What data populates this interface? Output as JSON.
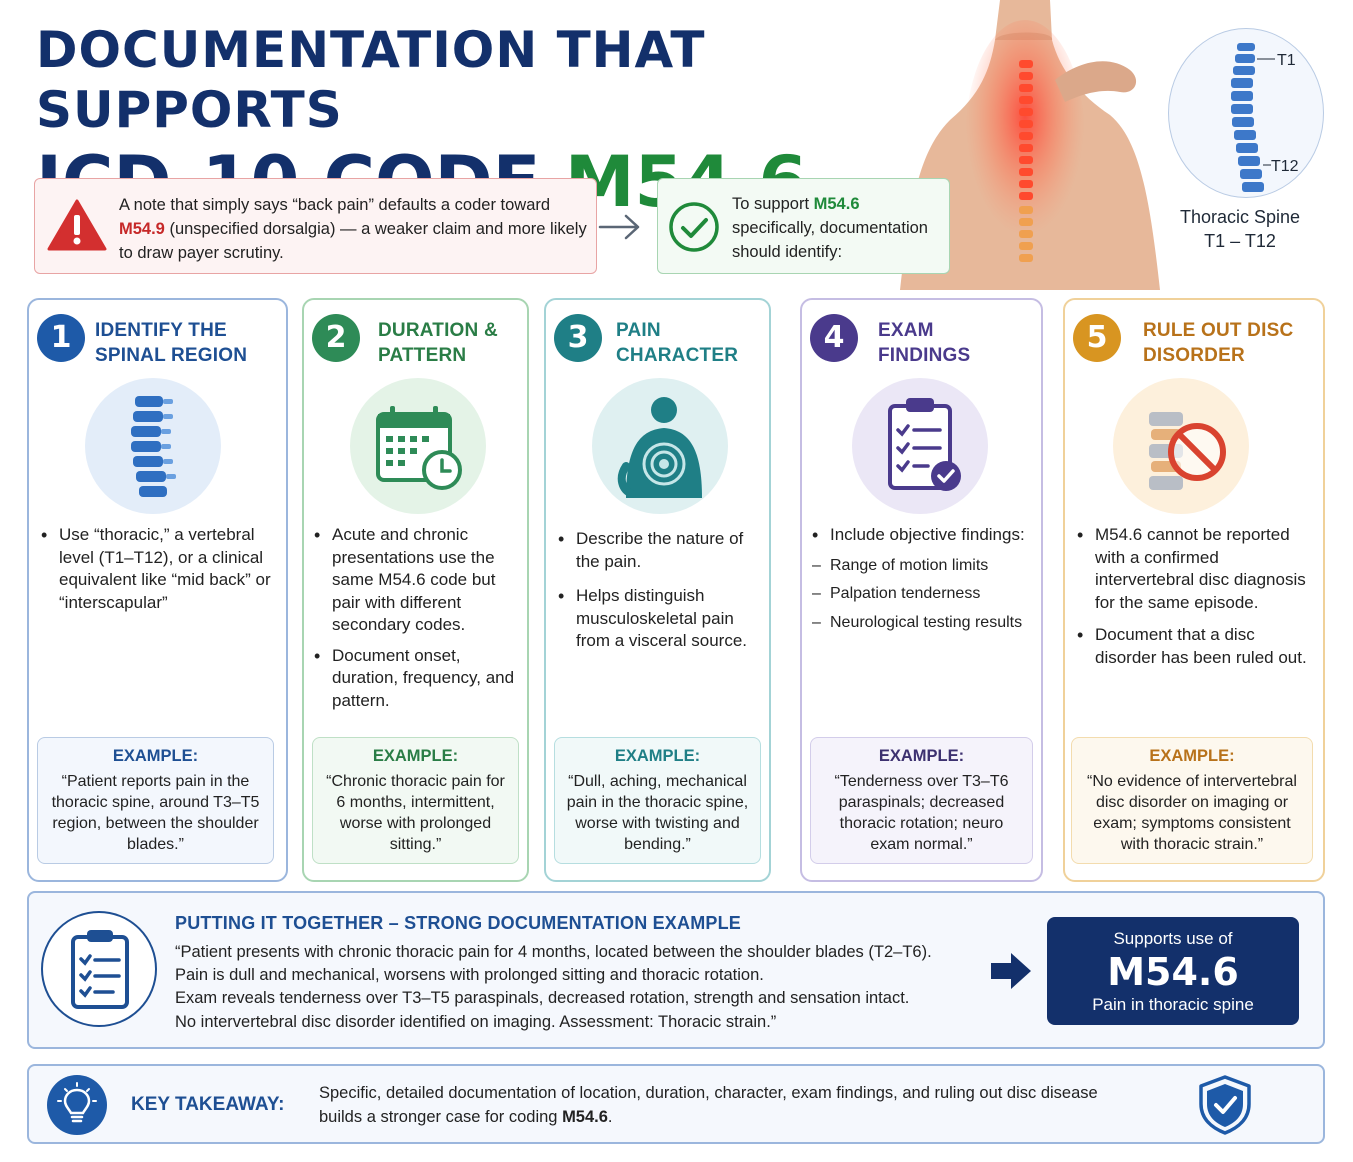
{
  "title": {
    "line1": "DOCUMENTATION THAT SUPPORTS",
    "line2_prefix": "ICD-10 CODE ",
    "line2_code": "M54.6"
  },
  "spine_diagram": {
    "label_top": "T1",
    "label_bottom": "T12",
    "caption_line1": "Thoracic Spine",
    "caption_line2": "T1 – T12"
  },
  "warning_note": {
    "text_before": "A note that simply says “back pain” defaults a coder toward ",
    "code": "M54.9",
    "text_after": " (unspecified dorsalgia) — a weaker claim and more likely to draw payer scrutiny."
  },
  "support_note": {
    "text_before": "To support ",
    "code": "M54.6",
    "text_after": " specifically, documentation should identify:"
  },
  "steps": [
    {
      "number": "1",
      "heading_line1": "IDENTIFY THE",
      "heading_line2": "SPINAL REGION",
      "bullets": [
        "Use “thoracic,” a vertebral level (T1–T12), or a clinical equivalent like “mid back” or “interscapular”"
      ],
      "example_label": "EXAMPLE:",
      "example_text": "“Patient reports pain in the thoracic spine, around T3–T5 region, between the shoulder blades.”",
      "color": "#1e5aa8"
    },
    {
      "number": "2",
      "heading_line1": "DURATION &",
      "heading_line2": "PATTERN",
      "bullets": [
        "Acute and chronic presentations use the same M54.6 code but pair with different secondary codes.",
        "Document onset, duration, frequency, and pattern."
      ],
      "example_label": "EXAMPLE:",
      "example_text": "“Chronic thoracic pain for 6 months, intermittent, worse with prolonged sitting.”",
      "color": "#2e8b57"
    },
    {
      "number": "3",
      "heading_line1": "PAIN",
      "heading_line2": "CHARACTER",
      "bullets": [
        "Describe the nature of the pain.",
        "Helps distinguish musculoskeletal pain from a visceral source."
      ],
      "example_label": "EXAMPLE:",
      "example_text": "“Dull, aching, mechanical pain in the thoracic spine, worse with twisting and bending.”",
      "color": "#1f7f86"
    },
    {
      "number": "4",
      "heading_line1": "EXAM",
      "heading_line2": "FINDINGS",
      "bullets": [
        "Include objective findings:"
      ],
      "sub_bullets": [
        "Range of motion limits",
        "Palpation tenderness",
        "Neurological testing results"
      ],
      "example_label": "EXAMPLE:",
      "example_text": "“Tenderness over T3–T6 paraspinals; decreased thoracic rotation; neuro exam normal.”",
      "color": "#4a3a8c"
    },
    {
      "number": "5",
      "heading_line1": "RULE OUT DISC",
      "heading_line2": "DISORDER",
      "bullets": [
        "M54.6 cannot be reported with a confirmed intervertebral disc diagnosis for the same episode.",
        "Document that a disc disorder has been ruled out."
      ],
      "example_label": "EXAMPLE:",
      "example_text": "“No evidence of intervertebral disc disorder on imaging or exam; symptoms consistent with thoracic strain.”",
      "color": "#c9861a"
    }
  ],
  "together": {
    "title": "PUTTING IT TOGETHER – STRONG DOCUMENTATION EXAMPLE",
    "lines": [
      "“Patient presents with chronic thoracic pain for 4 months, located between the shoulder blades (T2–T6).",
      "Pain is dull and mechanical, worsens with prolonged sitting and thoracic rotation.",
      "Exam reveals tenderness over T3–T5 paraspinals, decreased rotation, strength and sensation intact.",
      "No intervertebral disc disorder identified on imaging. Assessment: Thoracic strain.”"
    ],
    "supports_label": "Supports use of",
    "supports_code": "M54.6",
    "supports_desc": "Pain in thoracic spine"
  },
  "takeaway": {
    "label": "KEY TAKEAWAY:",
    "text_before": "Specific, detailed documentation of location, duration, character, exam findings, and ruling out disc disease builds a stronger case for coding ",
    "code": "M54.6",
    "text_after": "."
  }
}
